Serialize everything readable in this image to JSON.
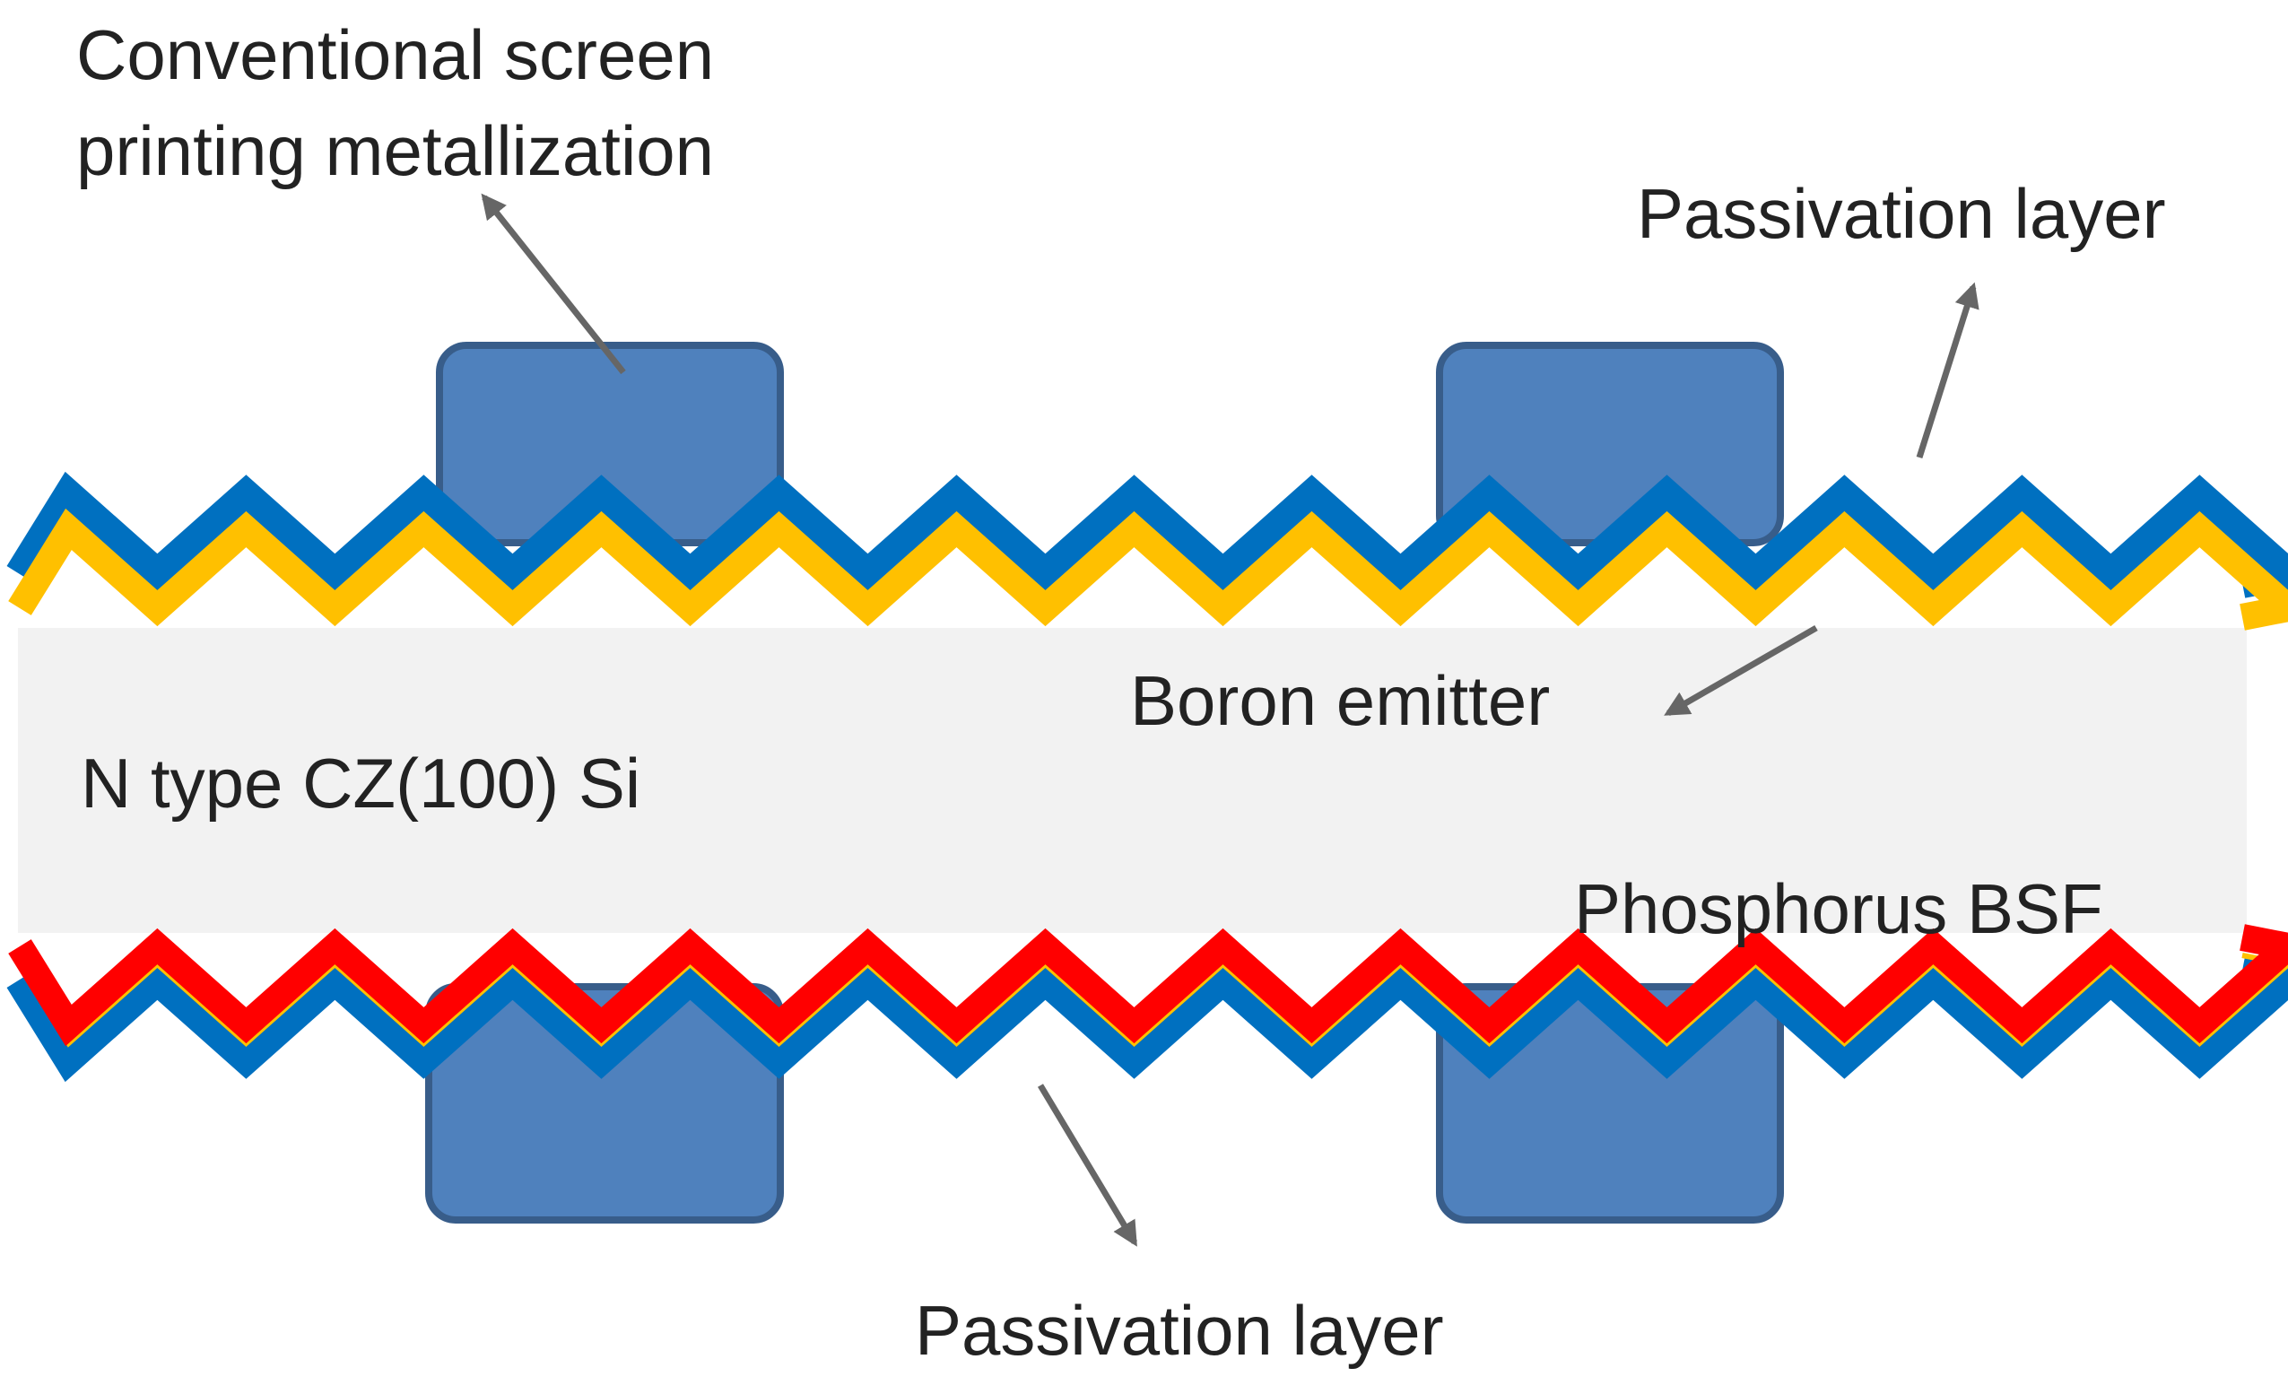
{
  "labels": {
    "metallization_line1": "Conventional  screen",
    "metallization_line2": "printing metallization",
    "passivation_top": "Passivation layer",
    "boron_emitter": "Boron emitter",
    "substrate": "N type CZ(100) Si",
    "phosphorus_bsf": "Phosphorus  BSF",
    "passivation_bottom": "Passivation layer"
  },
  "colors": {
    "substrate": "#f2f2f2",
    "passivation": "#0070c0",
    "boron_emitter": "#ffc000",
    "phosphorus_bsf": "#ff0000",
    "contact_fill": "#4f81bd",
    "contact_border": "#385d8a",
    "arrow": "#666666",
    "text": "#222222"
  }
}
